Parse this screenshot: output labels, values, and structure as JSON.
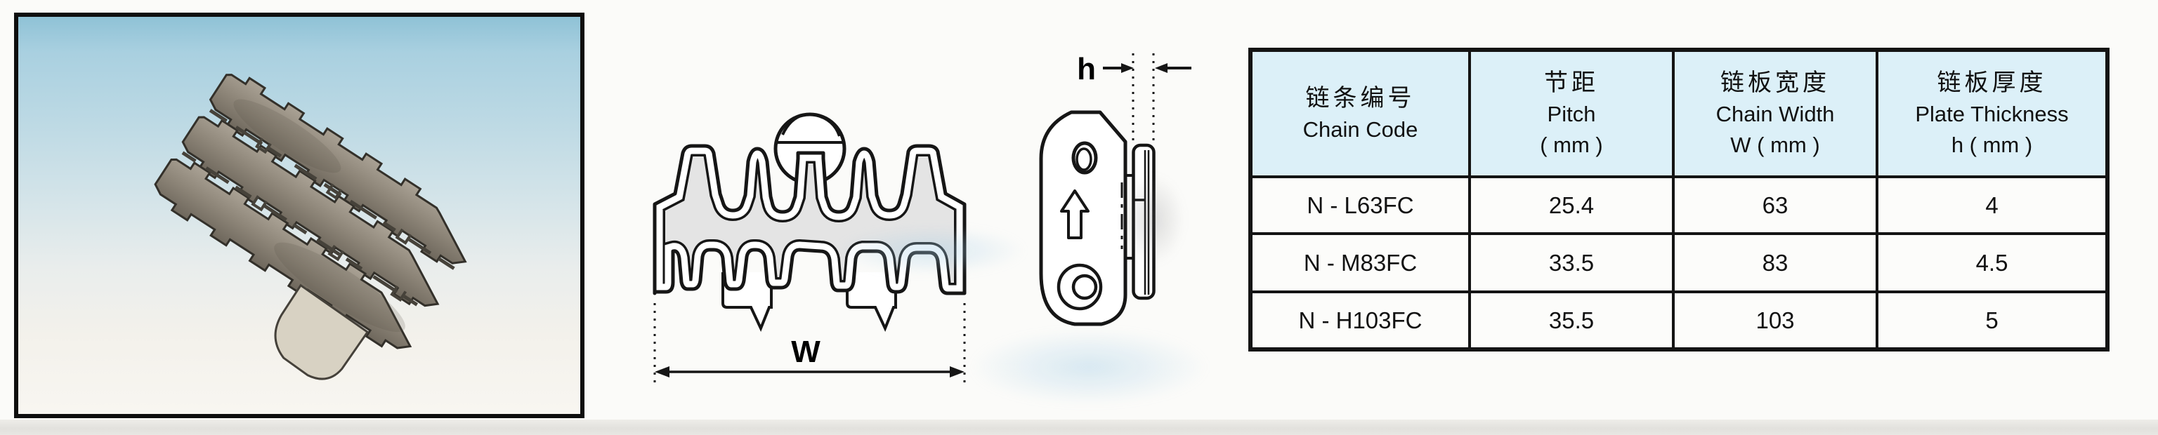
{
  "photo": {
    "description": "metal serrated chain segment photo",
    "bg_top_color": "#9ac8db",
    "bg_bottom_color": "#f8f6f1",
    "metal_color": "#8d8578",
    "foot_color": "#d8d2c3"
  },
  "drawings": {
    "front_view": {
      "dim_label": "W"
    },
    "side_view": {
      "dim_label": "h"
    }
  },
  "table": {
    "header_bg": "#dcf0f8",
    "border_color": "#141414",
    "columns": [
      {
        "zh": "链条编号",
        "en": "Chain Code",
        "unit": ""
      },
      {
        "zh": "节距",
        "en": "Pitch",
        "unit": "( mm )"
      },
      {
        "zh": "链板宽度",
        "en": "Chain Width",
        "unit": "W ( mm )"
      },
      {
        "zh": "链板厚度",
        "en": "Plate Thickness",
        "unit": "h ( mm )"
      }
    ],
    "rows": [
      {
        "code": "N - L63FC",
        "pitch": "25.4",
        "chain_width": "63",
        "plate_thickness": "4"
      },
      {
        "code": "N - M83FC",
        "pitch": "33.5",
        "chain_width": "83",
        "plate_thickness": "4.5"
      },
      {
        "code": "N - H103FC",
        "pitch": "35.5",
        "chain_width": "103",
        "plate_thickness": "5"
      }
    ]
  }
}
